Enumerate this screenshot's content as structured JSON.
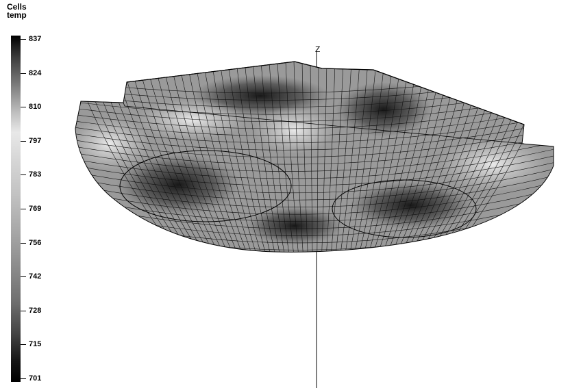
{
  "legend": {
    "title_line1": "Cells",
    "title_line2": "temp",
    "ticks": [
      "837",
      "824",
      "810",
      "797",
      "783",
      "769",
      "756",
      "742",
      "728",
      "715",
      "701"
    ]
  },
  "scene": {
    "axis_label": "Z"
  },
  "colors": {
    "background": "#ffffff",
    "mesh_line": "#000000",
    "colormap_min": "#000000",
    "colormap_mid": "#e8e8e8",
    "colormap_max": "#000000"
  }
}
